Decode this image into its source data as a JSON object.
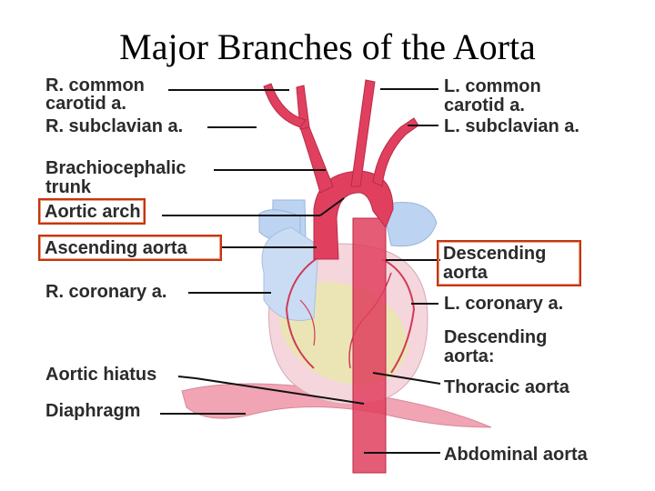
{
  "title": "Major Branches of the Aorta",
  "labels": {
    "r_common_carotid_1": "R. common",
    "r_common_carotid_2": "carotid a.",
    "r_subclavian": "R. subclavian a.",
    "brachiocephalic_1": "Brachiocephalic",
    "brachiocephalic_2": "trunk",
    "aortic_arch": "Aortic arch",
    "ascending_aorta": "Ascending aorta",
    "r_coronary": "R. coronary a.",
    "aortic_hiatus": "Aortic hiatus",
    "diaphragm": "Diaphragm",
    "l_common_carotid_1": "L. common",
    "l_common_carotid_2": "carotid a.",
    "l_subclavian": "L. subclavian a.",
    "descending_aorta_box_1": "Descending",
    "descending_aorta_box_2": "aorta",
    "l_coronary": "L. coronary a.",
    "descending_aorta_1": "Descending",
    "descending_aorta_2": "aorta:",
    "thoracic_aorta": "Thoracic aorta",
    "abdominal_aorta": "Abdominal aorta"
  },
  "colors": {
    "artery": "#e0405e",
    "artery_dark": "#b82a48",
    "heart_vessels_blue": "#b8d0f0",
    "fat": "#e8e8a8",
    "highlight_box": "#c4360f",
    "diaphragm": "#f0a0b0"
  }
}
